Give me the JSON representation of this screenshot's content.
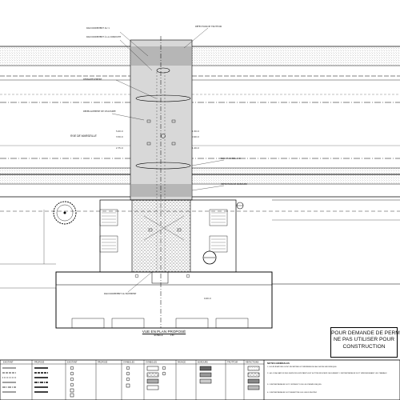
{
  "drawing": {
    "street_label": "RUE DE MARSEILLE",
    "view_title": "VUE EN PLAN PROPOSÉ",
    "view_scale_left": "ÉCHELLE",
    "view_scale_right": "1:50",
    "stamp_lines": [
      "POUR DEMANDE DE PERMIS",
      "NE PAS UTILISER POUR",
      "CONSTRUCTION"
    ],
    "notes_title": "NOTES GÉNÉRALES",
    "notes": [
      "1. LES ÉLÉVATIONS SONT EN MÈTRES ET RÉFÉRENCES AU DATUM GÉODÉSIQUE.",
      "2. LA LOCALISATION DES SERVICES EXISTANTS EST À TITRE INDICATIF SEULEMENT. L'ENTREPRENEUR DOIT VÉRIFIER AVANT LES TRAVAUX.",
      "3. L'ENTREPRENEUR DOIT OBTENIR TOUS LES PERMIS REQUIS.",
      "4. L'ENTREPRENEUR DOIT REMETTRE LES LIEUX EN ÉTAT."
    ]
  },
  "callouts": [
    "RACCORDEMENT AU 1",
    "RACCORDEMENT À LA CONDUITE",
    "DÉMANTÈLEMENT",
    "REMPLACEMENT DE CHAUSSÉE",
    "RÉFECTION DE TROTTOIR",
    "NOUVEAU REGARD",
    "RÉFECTION DE BORDURE",
    "RACCORDEMENT AU BÂTIMENT"
  ],
  "dims": [
    "5.00 m",
    "3.50 m",
    "2.75 m",
    "1.50 m",
    "0.90 m",
    "1.20 m",
    "0.60 m"
  ],
  "legend_headers": [
    "EXISTANT",
    "PROPOSÉ",
    "EXISTANT",
    "PROPOSÉ",
    "SYMBOLES",
    "SYMBOLES",
    "PAVAGE",
    "BORDURE",
    "TROTTOIR",
    "RÉFECTIONS"
  ]
}
